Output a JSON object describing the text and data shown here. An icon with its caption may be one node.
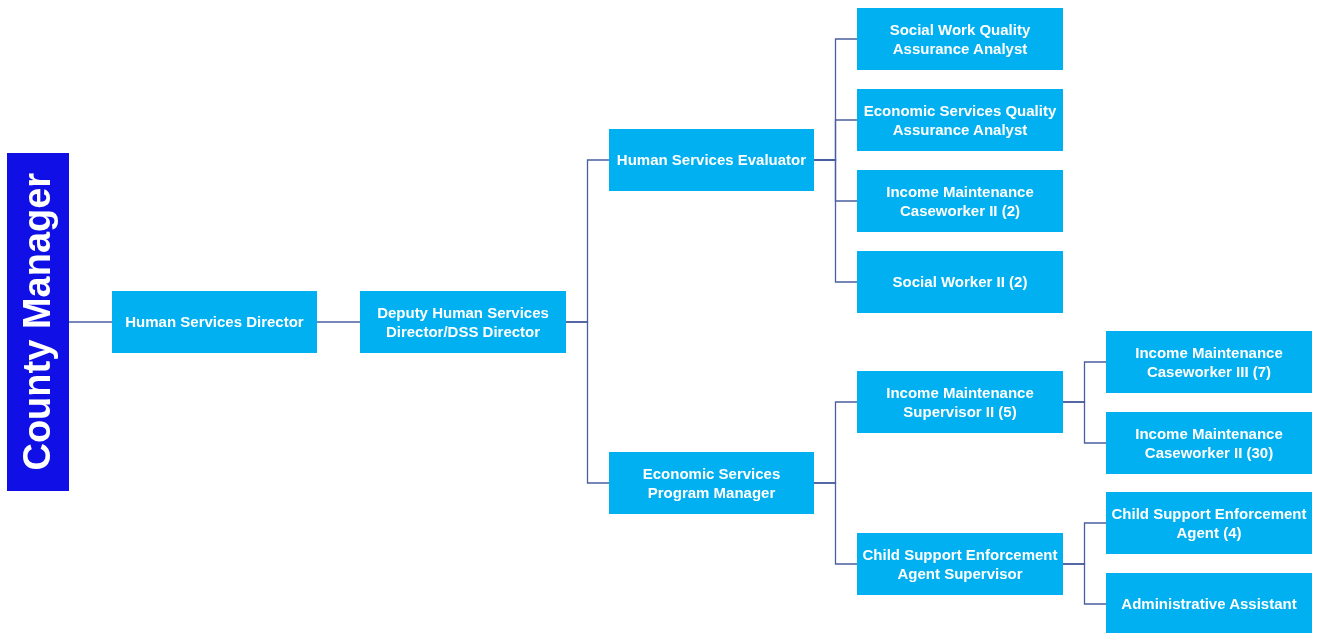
{
  "diagram": {
    "nodes": [
      {
        "text": [
          "County Manager"
        ]
      },
      {
        "text": [
          "Human Services Director"
        ]
      },
      {
        "text": [
          "Deputy Human Services Director/DSS Director"
        ]
      },
      {
        "text": [
          "Human Services Evaluator"
        ]
      },
      {
        "text": [
          "Economic Services Program Manager"
        ]
      },
      {
        "text": [
          "Social Work Quality Assurance Analyst"
        ]
      },
      {
        "text": [
          "Economic Services Quality Assurance Analyst"
        ]
      },
      {
        "text": [
          "Income Maintenance Caseworker II (2)"
        ]
      },
      {
        "text": [
          "Social Worker II (2)"
        ]
      },
      {
        "text": [
          "Income Maintenance Supervisor II (5)"
        ]
      },
      {
        "text": [
          "Child Support Enforcement Agent Supervisor"
        ]
      },
      {
        "text": [
          "Income Maintenance Caseworker III (7)"
        ]
      },
      {
        "text": [
          "Income Maintenance Caseworker II (30)"
        ]
      },
      {
        "text": [
          "Child Support Enforcement Agent (4)"
        ]
      },
      {
        "text": [
          "Administrative Assistant"
        ]
      }
    ],
    "edges": [
      {
        "from": 0,
        "to": 1,
        "arrow": "none"
      },
      {
        "from": 1,
        "to": 2,
        "arrow": "none"
      },
      {
        "from": 2,
        "to": 3,
        "arrow": "none"
      },
      {
        "from": 2,
        "to": 4,
        "arrow": "none"
      },
      {
        "from": 3,
        "to": 5,
        "arrow": "none"
      },
      {
        "from": 3,
        "to": 6,
        "arrow": "none"
      },
      {
        "from": 3,
        "to": 7,
        "arrow": "none"
      },
      {
        "from": 3,
        "to": 8,
        "arrow": "none"
      },
      {
        "from": 4,
        "to": 9,
        "arrow": "none"
      },
      {
        "from": 4,
        "to": 10,
        "arrow": "none"
      },
      {
        "from": 9,
        "to": 11,
        "arrow": "none"
      },
      {
        "from": 9,
        "to": 12,
        "arrow": "none"
      },
      {
        "from": 10,
        "to": 13,
        "arrow": "none"
      },
      {
        "from": 10,
        "to": 14,
        "arrow": "none"
      }
    ]
  }
}
